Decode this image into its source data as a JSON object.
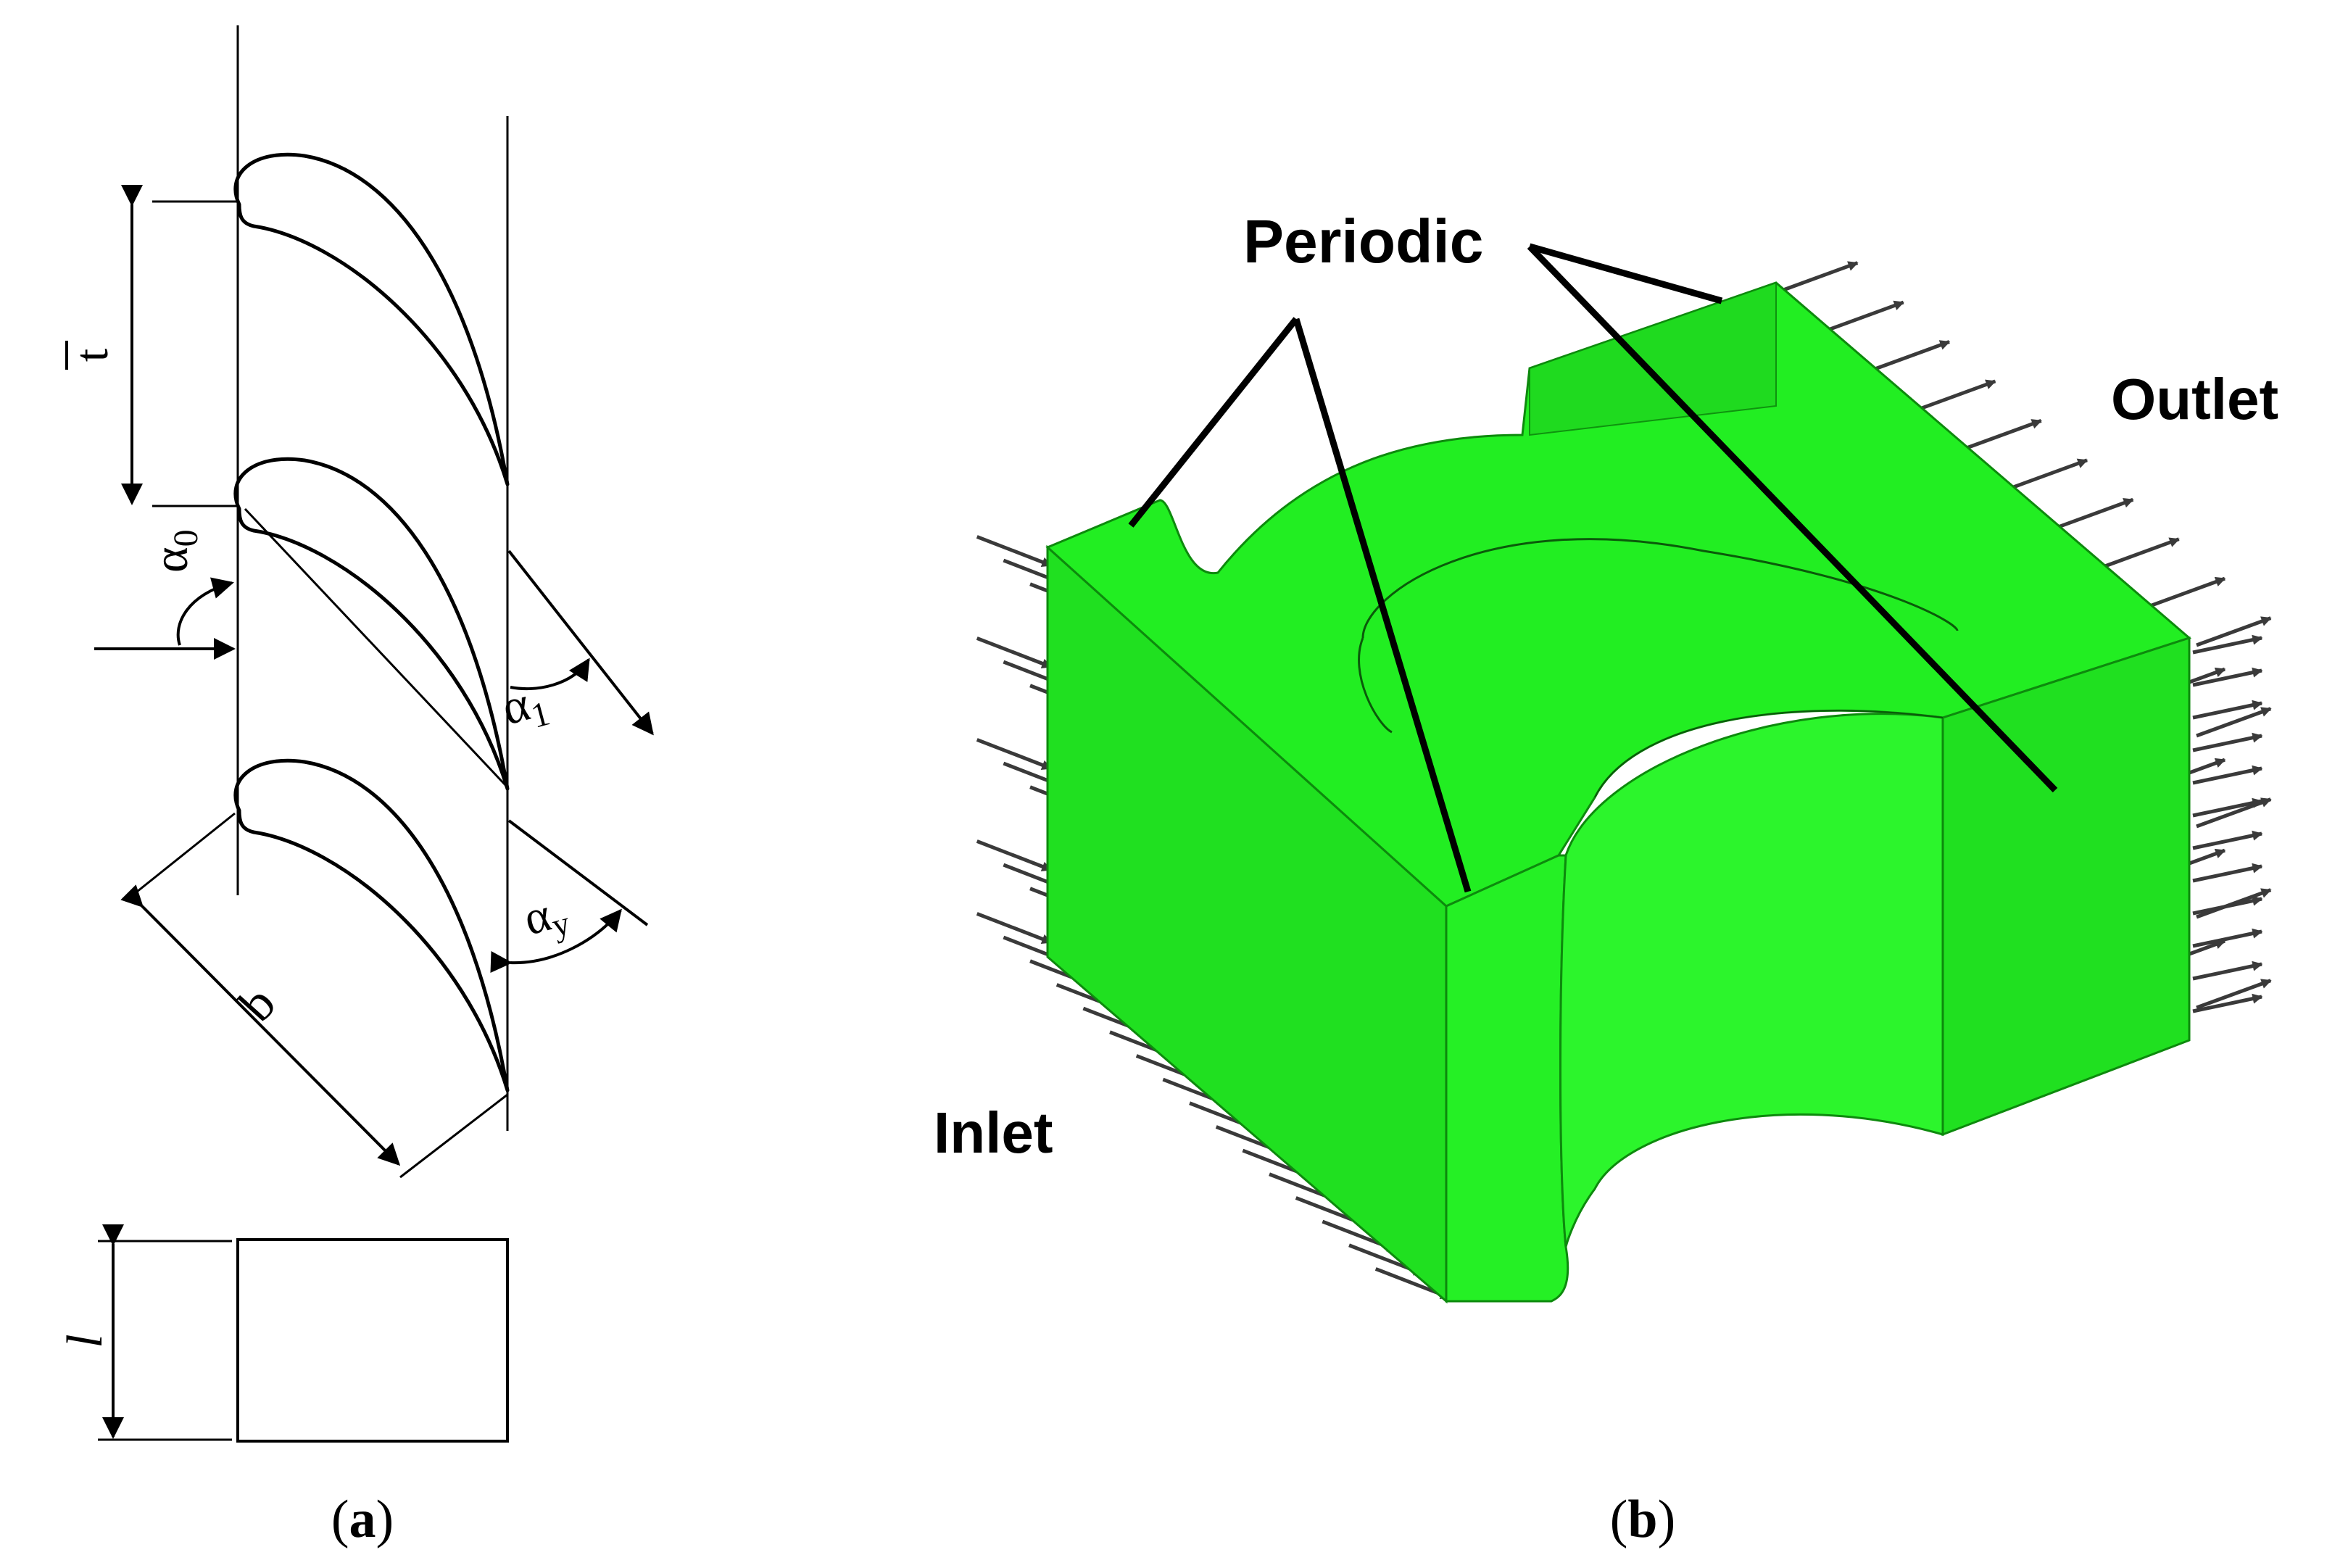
{
  "panel_a": {
    "labels": {
      "pitch": "t",
      "inlet_angle_symbol": "α",
      "inlet_angle_sub": "0",
      "outlet_angle_symbol": "α",
      "outlet_angle_sub": "1",
      "stagger_angle_symbol": "α",
      "stagger_angle_sub": "y",
      "chord": "b",
      "span": "l"
    },
    "caption_open": "(",
    "caption_letter": "a",
    "caption_close": ")"
  },
  "panel_b": {
    "labels": {
      "periodic": "Periodic",
      "outlet": "Outlet",
      "inlet": "Inlet"
    },
    "caption_open": "(",
    "caption_letter": "b",
    "caption_close": ")",
    "colors": {
      "domain_fill": "#22ee22",
      "domain_edge": "#0d8a0d",
      "arrow": "#3a3a3a",
      "periodic_marker": "#7a2a8a"
    }
  }
}
